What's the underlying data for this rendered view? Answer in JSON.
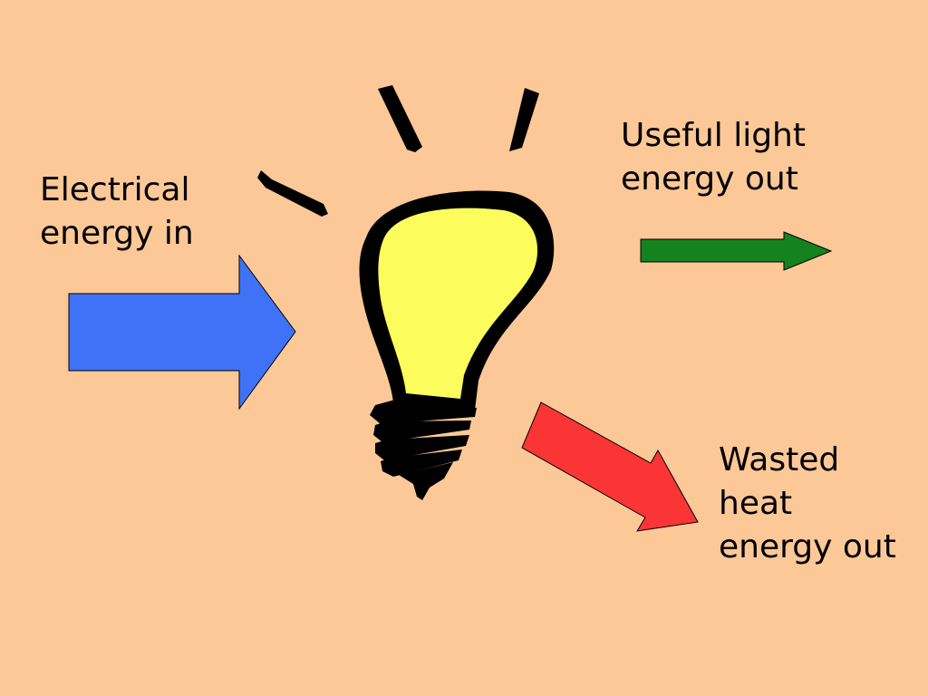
{
  "colors": {
    "background": "#FCC897",
    "input_arrow": "#3F72F6",
    "light_arrow": "#14821E",
    "heat_arrow": "#FB3535",
    "bulb_glass": "#FCFC5C",
    "outline": "#000000"
  },
  "labels": {
    "input": {
      "line1": "Electrical",
      "line2": "energy in"
    },
    "light": {
      "line1": "Useful light",
      "line2": "energy out"
    },
    "heat": {
      "line1": "Wasted",
      "line2": "heat",
      "line3": "energy out"
    }
  },
  "icons": {
    "bulb": "light-bulb-icon",
    "rays": "light-ray-icon"
  }
}
